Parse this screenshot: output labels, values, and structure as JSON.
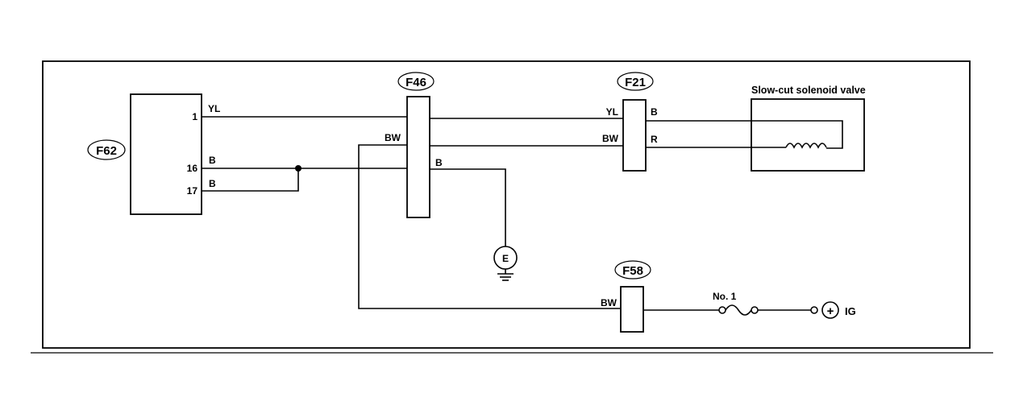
{
  "components": {
    "ecu": {
      "tag": "F62",
      "pins": [
        "1",
        "16",
        "17"
      ]
    },
    "connector_f46": {
      "tag": "F46"
    },
    "connector_f21": {
      "tag": "F21"
    },
    "connector_f58": {
      "tag": "F58"
    },
    "solenoid": {
      "title": "Slow-cut solenoid valve"
    },
    "ground": {
      "label": "E"
    },
    "fuse": {
      "label": "No. 1"
    },
    "ignition": {
      "label": "IG",
      "symbol": "+"
    }
  },
  "wires": {
    "yl_ecu": "YL",
    "b_pin16": "B",
    "b_pin17": "B",
    "bw_f46_left": "BW",
    "b_f46_right": "B",
    "yl_f21_left": "YL",
    "bw_f21_left": "BW",
    "b_f21_right": "B",
    "r_f21_right": "R",
    "bw_f58_left": "BW"
  }
}
